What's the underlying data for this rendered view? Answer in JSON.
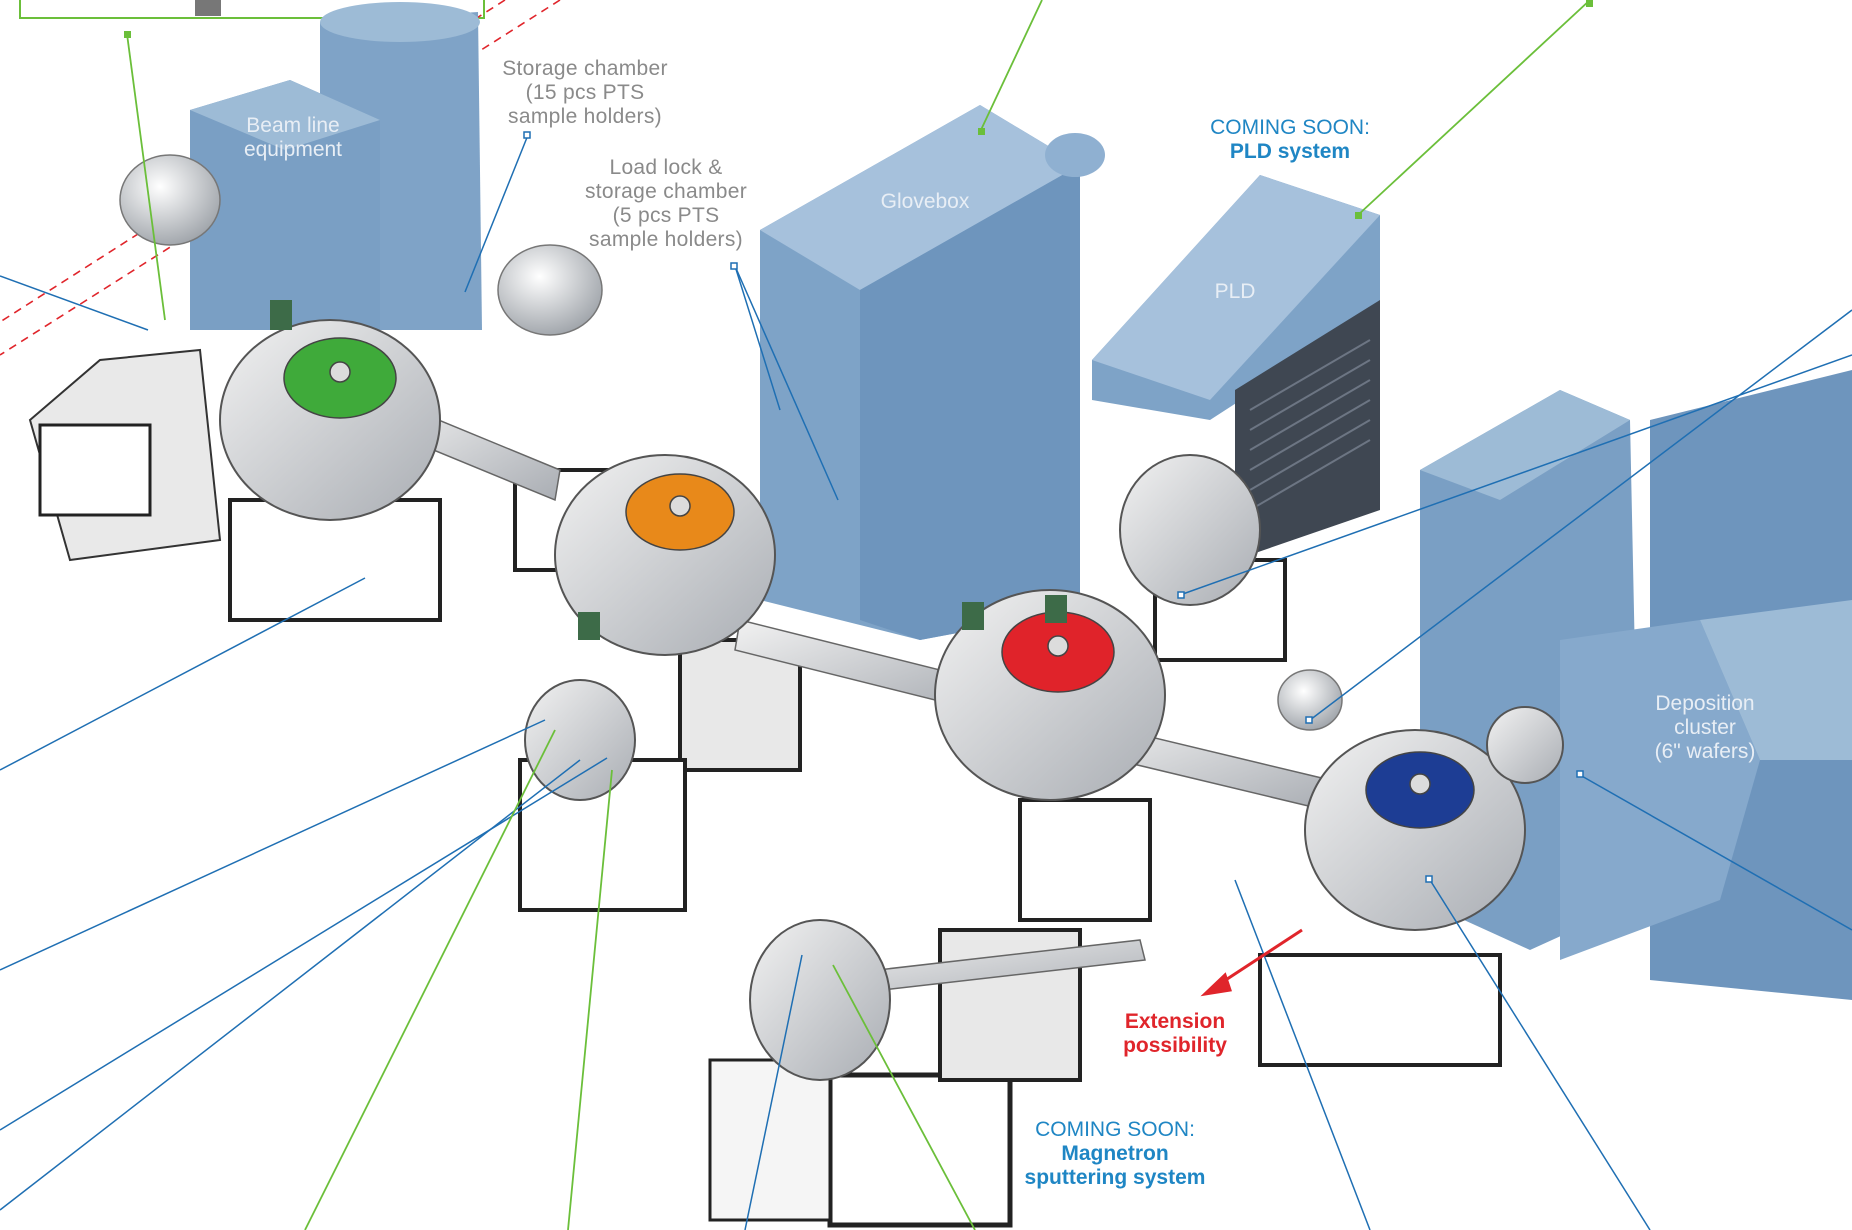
{
  "labels": {
    "beam_line": "Beam line\nequipment",
    "storage_chamber": "Storage chamber\n(15 pcs PTS\nsample holders)",
    "load_lock": "Load lock &\nstorage chamber\n(5 pcs PTS\nsample holders)",
    "glovebox": "Glovebox",
    "pld": "PLD",
    "pld_soon": "COMING SOON:",
    "pld_soon_name": "PLD system",
    "deposition_cluster": "Deposition\ncluster\n(6\" wafers)",
    "extension": "Extension\npossibility",
    "magnetron_soon": "COMING SOON:",
    "magnetron_soon_name": "Magnetron\nsputtering system"
  },
  "colors": {
    "placeholder_blue": "#7a9fc4",
    "leader_blue": "#1f6fb3",
    "leader_green": "#6bbf3a",
    "coming_soon": "#1f86c4",
    "extension_red": "#e0252b",
    "chamber_green": "#3faa3a",
    "chamber_orange": "#e8891a",
    "chamber_red": "#e0232a",
    "chamber_navy": "#1d3d94"
  }
}
